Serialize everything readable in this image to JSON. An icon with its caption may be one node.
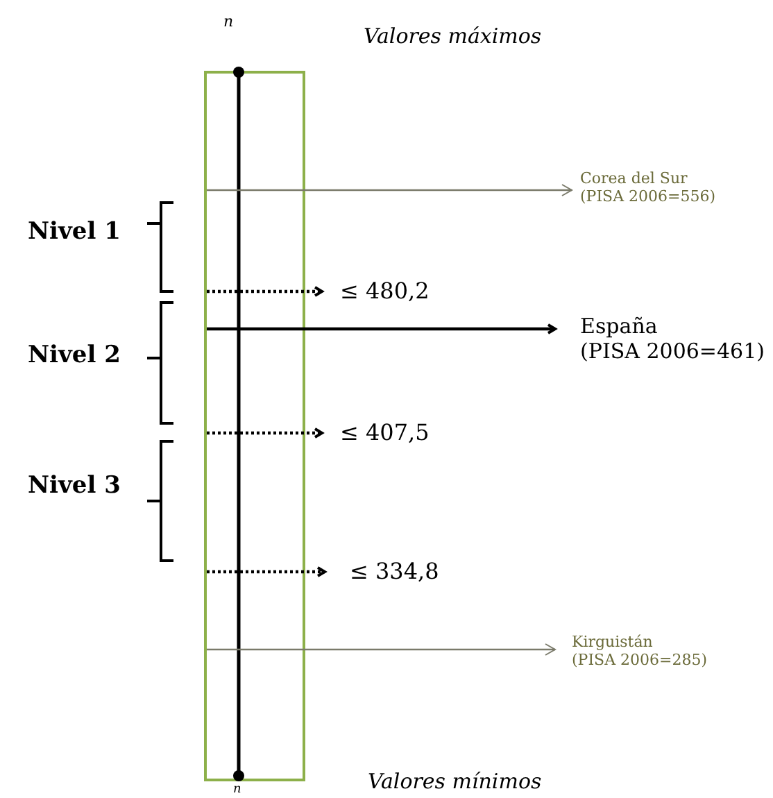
{
  "diagram": {
    "nodes": [
      {
        "text": [],
        "shape": "box"
      },
      {
        "text": [
          "Corea del Sur",
          "(PISA 2006=556)"
        ]
      },
      {
        "text": [
          "≤ 480,2"
        ]
      },
      {
        "text": [
          "España",
          "(PISA 2006=461)"
        ]
      },
      {
        "text": [
          "≤ 407,5"
        ]
      },
      {
        "text": [
          "≤ 334,8"
        ]
      },
      {
        "text": [
          "Kirguistán",
          "(PISA 2006=285)"
        ]
      }
    ],
    "edges": [
      {
        "from": 0,
        "to": 1,
        "arrow": "to",
        "color": "#7a7a6a"
      },
      {
        "from": 0,
        "to": 2,
        "arrow": "to",
        "style": "dashed"
      },
      {
        "from": 0,
        "to": 3,
        "arrow": "to"
      },
      {
        "from": 0,
        "to": 4,
        "arrow": "to",
        "style": "dashed"
      },
      {
        "from": 0,
        "to": 5,
        "arrow": "to",
        "style": "dashed"
      },
      {
        "from": 0,
        "to": 6,
        "arrow": "to",
        "color": "#7a7a6a"
      }
    ],
    "labels": [
      "n",
      "Valores máximos",
      "Nivel 1",
      "Nivel 2",
      "Nivel 3",
      "Valores mínimos",
      "n"
    ]
  }
}
